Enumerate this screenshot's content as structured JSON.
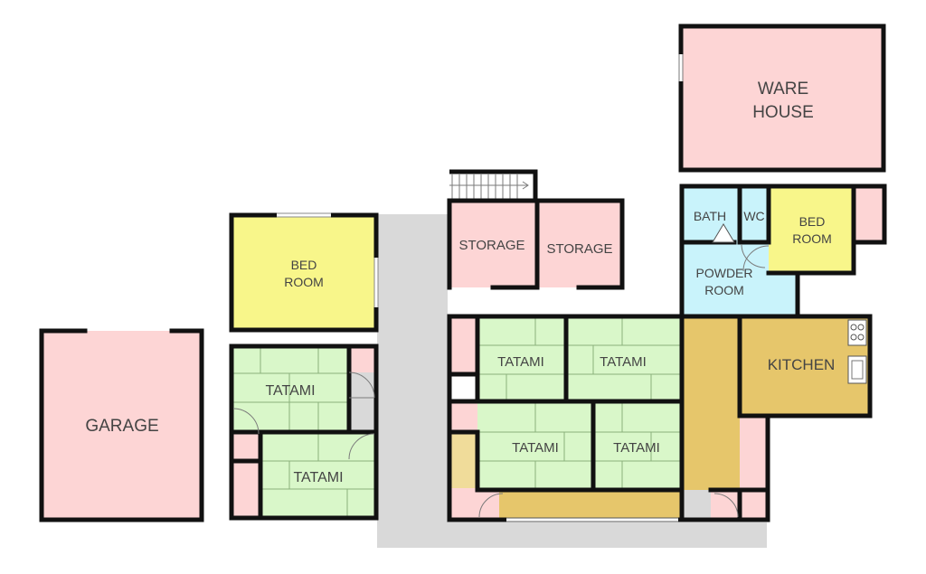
{
  "rooms": {
    "garage": "GARAGE",
    "warehouse_line1": "WARE",
    "warehouse_line2": "HOUSE",
    "bedroom_left_line1": "BED",
    "bedroom_left_line2": "ROOM",
    "bedroom_right_line1": "BED",
    "bedroom_right_line2": "ROOM",
    "storage_left": "STORAGE",
    "storage_right": "STORAGE",
    "bath": "BATH",
    "wc": "WC",
    "powder_line1": "POWDER",
    "powder_line2": "ROOM",
    "kitchen": "KITCHEN",
    "tatami_left_top": "TATAMI",
    "tatami_left_bottom": "TATAMI",
    "tatami_main_1": "TATAMI",
    "tatami_main_2": "TATAMI",
    "tatami_main_3": "TATAMI",
    "tatami_main_4": "TATAMI"
  },
  "colors": {
    "storage_pink": "#fdd5d5",
    "bedroom_yellow": "#f8f68a",
    "tatami_green": "#d9f7c9",
    "wet_cyan": "#c9f3fb",
    "kitchen_tan": "#e6c66b",
    "corridor_gray": "#d9d9d9",
    "wall": "#111111"
  }
}
